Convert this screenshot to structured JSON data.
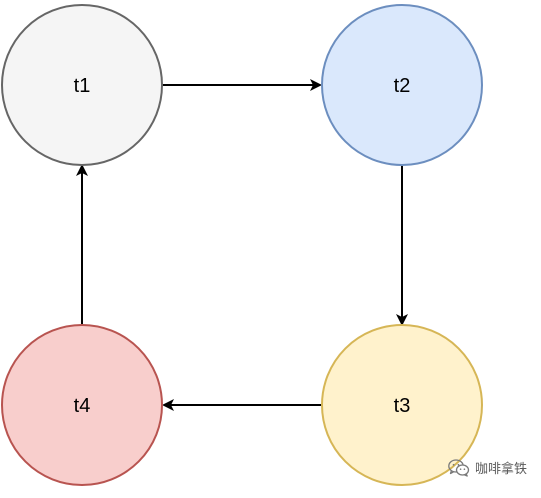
{
  "diagram": {
    "nodes": [
      {
        "id": "t1",
        "label": "t1",
        "fill": "#f5f5f5",
        "stroke": "#666666"
      },
      {
        "id": "t2",
        "label": "t2",
        "fill": "#dae8fc",
        "stroke": "#6c8ebf"
      },
      {
        "id": "t3",
        "label": "t3",
        "fill": "#fff2cc",
        "stroke": "#d6b656"
      },
      {
        "id": "t4",
        "label": "t4",
        "fill": "#f8cecc",
        "stroke": "#b85450"
      }
    ],
    "edges": [
      {
        "from": "t1",
        "to": "t2"
      },
      {
        "from": "t2",
        "to": "t3"
      },
      {
        "from": "t3",
        "to": "t4"
      },
      {
        "from": "t4",
        "to": "t1"
      }
    ],
    "edge_color": "#000000"
  },
  "watermark": {
    "icon": "wechat-icon",
    "text": "咖啡拿铁"
  }
}
